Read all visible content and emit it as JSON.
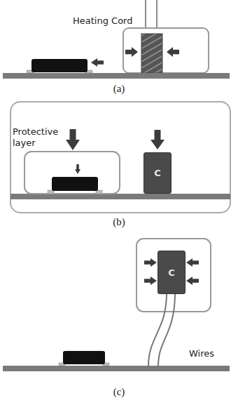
{
  "diagram": {
    "nodes": [
      {
        "text": [
          "C"
        ]
      },
      {
        "text": [
          "C"
        ]
      }
    ],
    "labels": [
      "Heating Cord",
      "(a)",
      "Protective layer",
      "(b)",
      "Wires",
      "(c)"
    ]
  }
}
